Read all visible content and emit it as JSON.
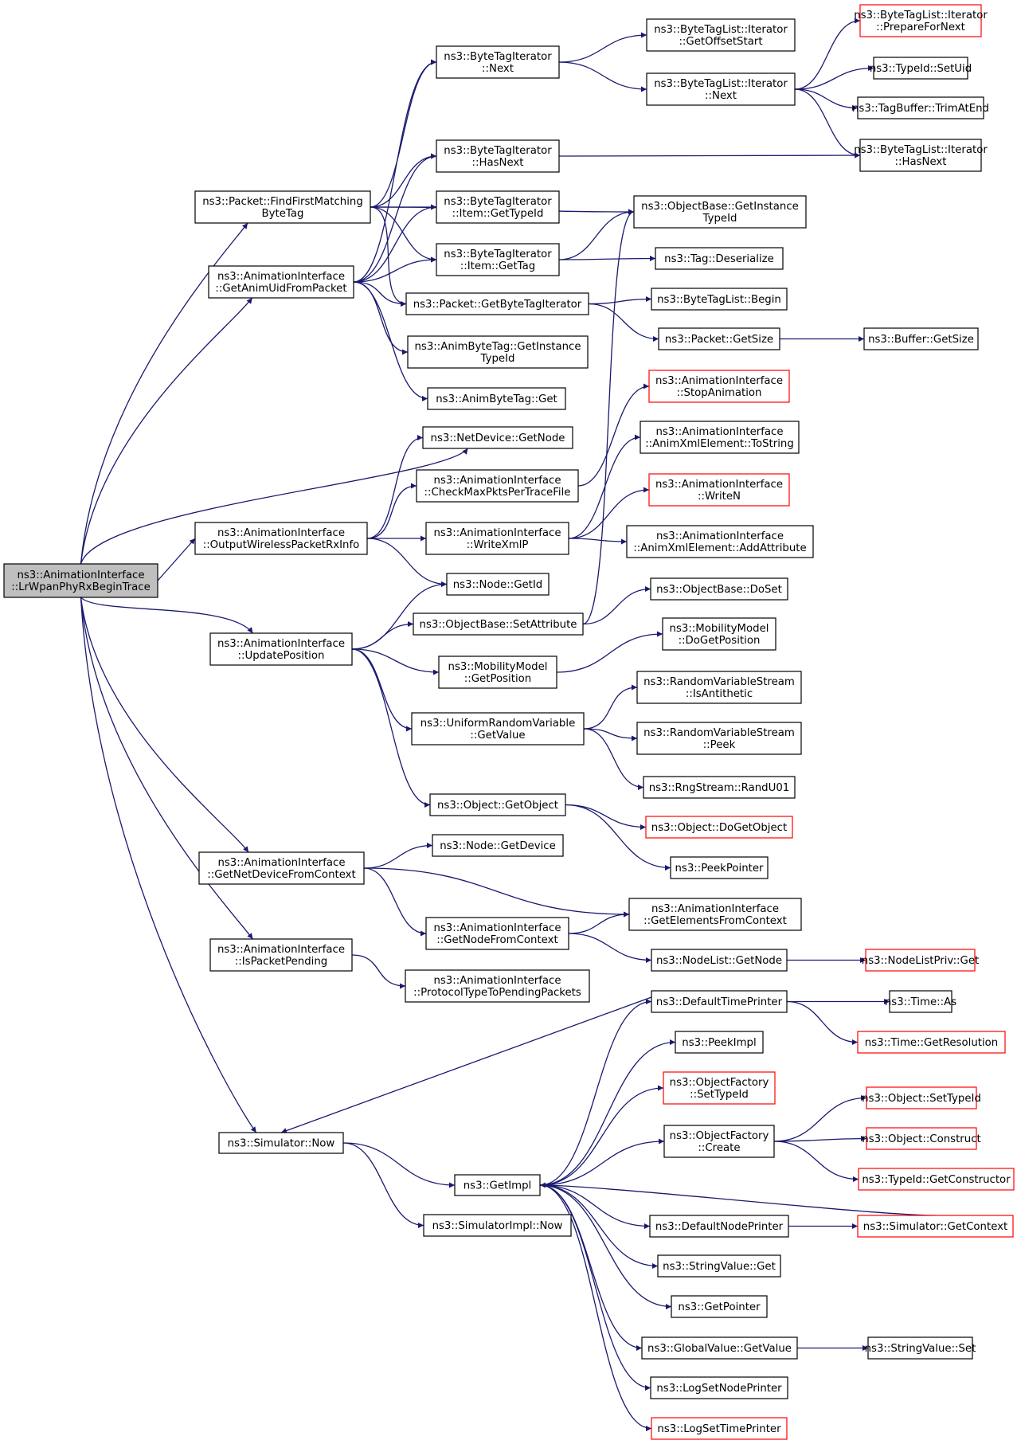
{
  "nodes": [
    {
      "id": "root",
      "lines": [
        "ns3::AnimationInterface",
        "::LrWpanPhyRxBeginTrace"
      ],
      "style": "root"
    },
    {
      "id": "fbt",
      "lines": [
        "ns3::Packet::FindFirstMatching",
        "ByteTag"
      ]
    },
    {
      "id": "gauid",
      "lines": [
        "ns3::AnimationInterface",
        "::GetAnimUidFromPacket"
      ]
    },
    {
      "id": "ndgn",
      "lines": [
        "ns3::NetDevice::GetNode"
      ]
    },
    {
      "id": "owpri",
      "lines": [
        "ns3::AnimationInterface",
        "::OutputWirelessPacketRxInfo"
      ]
    },
    {
      "id": "updpos",
      "lines": [
        "ns3::AnimationInterface",
        "::UpdatePosition"
      ]
    },
    {
      "id": "gndfc",
      "lines": [
        "ns3::AnimationInterface",
        "::GetNetDeviceFromContext"
      ]
    },
    {
      "id": "ipp",
      "lines": [
        "ns3::AnimationInterface",
        "::IsPacketPending"
      ]
    },
    {
      "id": "simnow",
      "lines": [
        "ns3::Simulator::Now"
      ]
    },
    {
      "id": "btin",
      "lines": [
        "ns3::ByteTagIterator",
        "::Next"
      ]
    },
    {
      "id": "bthn",
      "lines": [
        "ns3::ByteTagIterator",
        "::HasNext"
      ]
    },
    {
      "id": "btigti",
      "lines": [
        "ns3::ByteTagIterator",
        "::Item::GetTypeId"
      ]
    },
    {
      "id": "btigt",
      "lines": [
        "ns3::ByteTagIterator",
        "::Item::GetTag"
      ]
    },
    {
      "id": "pgbti",
      "lines": [
        "ns3::Packet::GetByteTagIterator"
      ]
    },
    {
      "id": "abtgit",
      "lines": [
        "ns3::AnimByteTag::GetInstance",
        "TypeId"
      ]
    },
    {
      "id": "abtg",
      "lines": [
        "ns3::AnimByteTag::Get"
      ]
    },
    {
      "id": "cmpptf",
      "lines": [
        "ns3::AnimationInterface",
        "::CheckMaxPktsPerTraceFile"
      ]
    },
    {
      "id": "wxp",
      "lines": [
        "ns3::AnimationInterface",
        "::WriteXmlP"
      ]
    },
    {
      "id": "ngid",
      "lines": [
        "ns3::Node::GetId"
      ]
    },
    {
      "id": "obsa",
      "lines": [
        "ns3::ObjectBase::SetAttribute"
      ]
    },
    {
      "id": "mmgp",
      "lines": [
        "ns3::MobilityModel",
        "::GetPosition"
      ]
    },
    {
      "id": "urvgv",
      "lines": [
        "ns3::UniformRandomVariable",
        "::GetValue"
      ]
    },
    {
      "id": "ogo",
      "lines": [
        "ns3::Object::GetObject"
      ]
    },
    {
      "id": "ngd",
      "lines": [
        "ns3::Node::GetDevice"
      ]
    },
    {
      "id": "gnfc",
      "lines": [
        "ns3::AnimationInterface",
        "::GetNodeFromContext"
      ]
    },
    {
      "id": "pttpp",
      "lines": [
        "ns3::AnimationInterface",
        "::ProtocolTypeToPendingPackets"
      ]
    },
    {
      "id": "gimpl",
      "lines": [
        "ns3::GetImpl"
      ]
    },
    {
      "id": "simpln",
      "lines": [
        "ns3::SimulatorImpl::Now"
      ]
    },
    {
      "id": "btlgos",
      "lines": [
        "ns3::ByteTagList::Iterator",
        "::GetOffsetStart"
      ]
    },
    {
      "id": "btlin",
      "lines": [
        "ns3::ByteTagList::Iterator",
        "::Next"
      ]
    },
    {
      "id": "obgit",
      "lines": [
        "ns3::ObjectBase::GetInstance",
        "TypeId"
      ]
    },
    {
      "id": "tagdes",
      "lines": [
        "ns3::Tag::Deserialize"
      ]
    },
    {
      "id": "btlb",
      "lines": [
        "ns3::ByteTagList::Begin"
      ]
    },
    {
      "id": "pgs",
      "lines": [
        "ns3::Packet::GetSize"
      ]
    },
    {
      "id": "aisa",
      "lines": [
        "ns3::AnimationInterface",
        "::StopAnimation"
      ],
      "style": "red"
    },
    {
      "id": "axets",
      "lines": [
        "ns3::AnimationInterface",
        "::AnimXmlElement::ToString"
      ]
    },
    {
      "id": "aiwn",
      "lines": [
        "ns3::AnimationInterface",
        "::WriteN"
      ],
      "style": "red"
    },
    {
      "id": "axeaa",
      "lines": [
        "ns3::AnimationInterface",
        "::AnimXmlElement::AddAttribute"
      ]
    },
    {
      "id": "obds",
      "lines": [
        "ns3::ObjectBase::DoSet"
      ]
    },
    {
      "id": "mmdgp",
      "lines": [
        "ns3::MobilityModel",
        "::DoGetPosition"
      ]
    },
    {
      "id": "rvsia",
      "lines": [
        "ns3::RandomVariableStream",
        "::IsAntithetic"
      ]
    },
    {
      "id": "rvsp",
      "lines": [
        "ns3::RandomVariableStream",
        "::Peek"
      ]
    },
    {
      "id": "rsru",
      "lines": [
        "ns3::RngStream::RandU01"
      ]
    },
    {
      "id": "odgo",
      "lines": [
        "ns3::Object::DoGetObject"
      ],
      "style": "red"
    },
    {
      "id": "pp",
      "lines": [
        "ns3::PeekPointer"
      ]
    },
    {
      "id": "aigefc",
      "lines": [
        "ns3::AnimationInterface",
        "::GetElementsFromContext"
      ]
    },
    {
      "id": "nlgn",
      "lines": [
        "ns3::NodeList::GetNode"
      ]
    },
    {
      "id": "dtp",
      "lines": [
        "ns3::DefaultTimePrinter"
      ]
    },
    {
      "id": "pimpl",
      "lines": [
        "ns3::PeekImpl"
      ]
    },
    {
      "id": "ofst",
      "lines": [
        "ns3::ObjectFactory",
        "::SetTypeId"
      ],
      "style": "red"
    },
    {
      "id": "ofc",
      "lines": [
        "ns3::ObjectFactory",
        "::Create"
      ]
    },
    {
      "id": "dnp",
      "lines": [
        "ns3::DefaultNodePrinter"
      ]
    },
    {
      "id": "svg",
      "lines": [
        "ns3::StringValue::Get"
      ]
    },
    {
      "id": "gptr",
      "lines": [
        "ns3::GetPointer"
      ]
    },
    {
      "id": "gvgv",
      "lines": [
        "ns3::GlobalValue::GetValue"
      ]
    },
    {
      "id": "lsnp",
      "lines": [
        "ns3::LogSetNodePrinter"
      ]
    },
    {
      "id": "lstp",
      "lines": [
        "ns3::LogSetTimePrinter"
      ],
      "style": "red"
    },
    {
      "id": "btlipn",
      "lines": [
        "ns3::ByteTagList::Iterator",
        "::PrepareForNext"
      ],
      "style": "red"
    },
    {
      "id": "tisu",
      "lines": [
        "ns3::TypeId::SetUid"
      ]
    },
    {
      "id": "tbtae",
      "lines": [
        "ns3::TagBuffer::TrimAtEnd"
      ]
    },
    {
      "id": "btlihn",
      "lines": [
        "ns3::ByteTagList::Iterator",
        "::HasNext"
      ]
    },
    {
      "id": "bgs",
      "lines": [
        "ns3::Buffer::GetSize"
      ]
    },
    {
      "id": "nlpg",
      "lines": [
        "ns3::NodeListPriv::Get"
      ],
      "style": "red"
    },
    {
      "id": "tas",
      "lines": [
        "ns3::Time::As"
      ]
    },
    {
      "id": "tgr",
      "lines": [
        "ns3::Time::GetResolution"
      ],
      "style": "red"
    },
    {
      "id": "osti",
      "lines": [
        "ns3::Object::SetTypeId"
      ],
      "style": "red"
    },
    {
      "id": "ocon",
      "lines": [
        "ns3::Object::Construct"
      ],
      "style": "red"
    },
    {
      "id": "tigc",
      "lines": [
        "ns3::TypeId::GetConstructor"
      ],
      "style": "red"
    },
    {
      "id": "sgc",
      "lines": [
        "ns3::Simulator::GetContext"
      ],
      "style": "red"
    },
    {
      "id": "svs",
      "lines": [
        "ns3::StringValue::Set"
      ]
    }
  ]
}
